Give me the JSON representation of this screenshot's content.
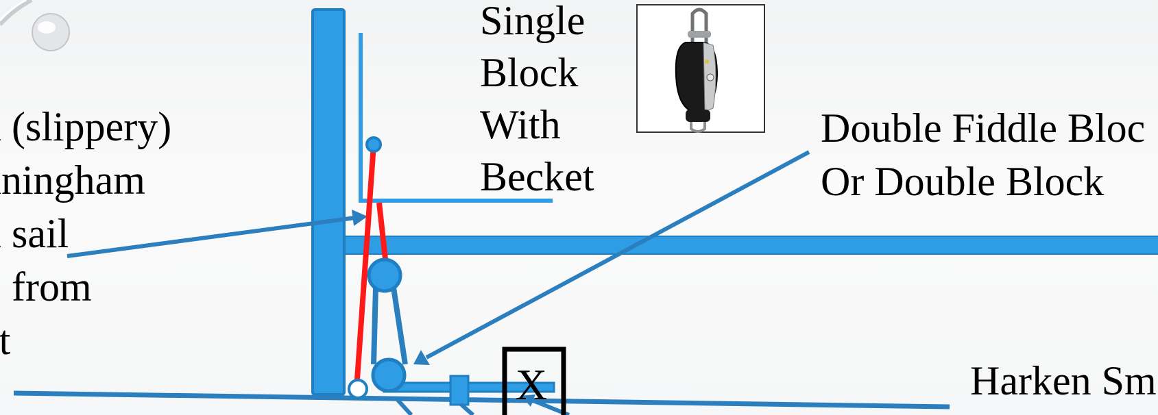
{
  "labels": {
    "left_text": [
      "n (slippery)",
      "nningham",
      "n sail",
      "p from",
      "et"
    ],
    "single_block": [
      "Single",
      "Block",
      "With",
      "Becket"
    ],
    "double_block": [
      "Double Fiddle Bloc",
      "Or Double Block"
    ],
    "harken": "Harken Sm",
    "x_box": "X"
  },
  "icons": {
    "pulley_photo": "single-block-with-becket-pulley-icon",
    "bullet": "decorative-bead-icon"
  },
  "colors": {
    "spar_blue": "#2e9de6",
    "line_blue": "#2b7fbf",
    "control_line_red": "#ff1a1a",
    "text": "#000000"
  }
}
